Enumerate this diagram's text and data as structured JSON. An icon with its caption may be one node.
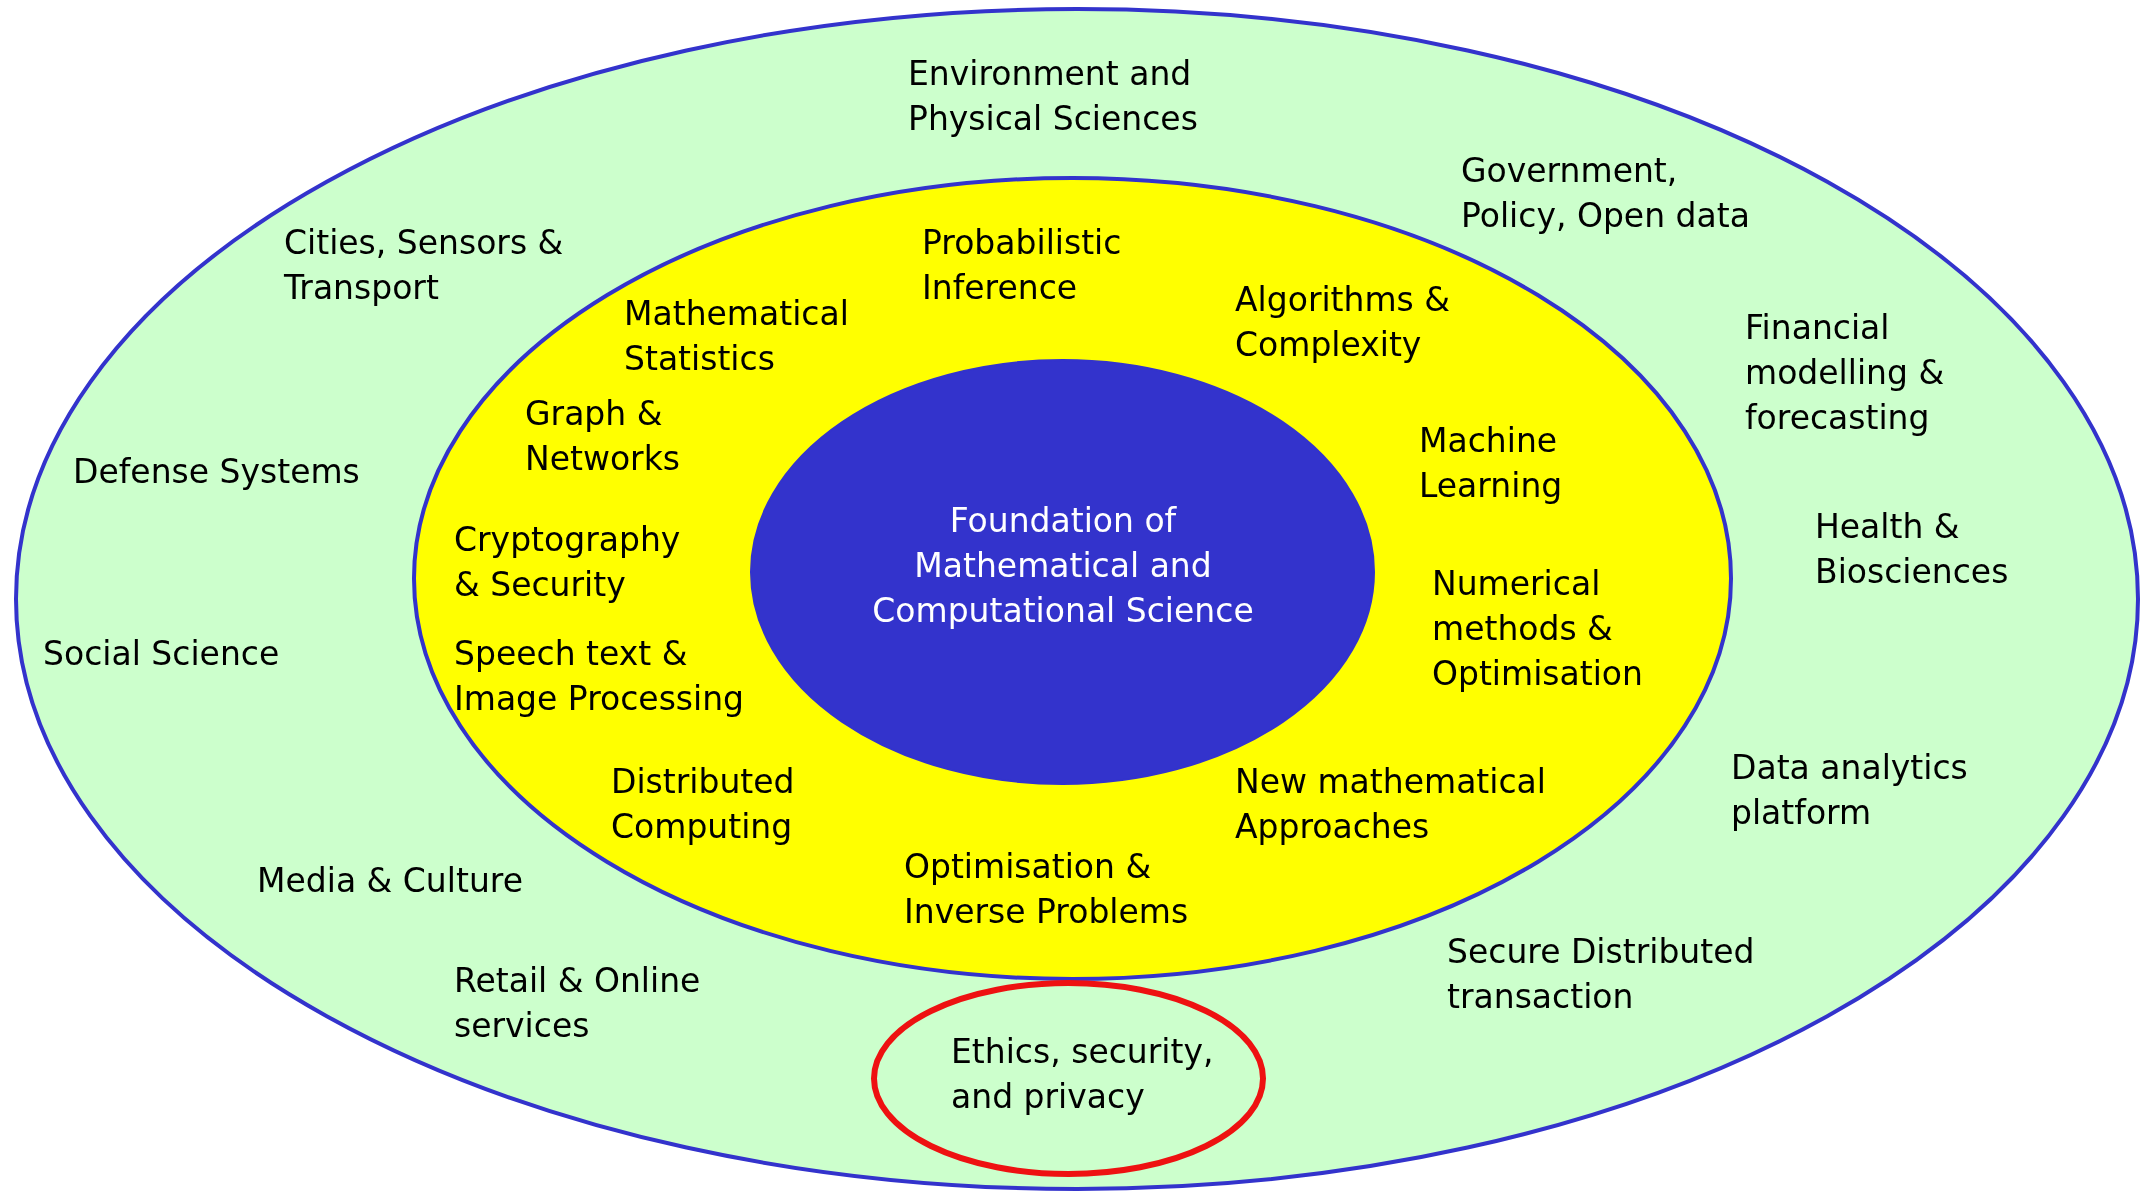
{
  "diagram": {
    "nodes": [
      {
        "text": [
          "Environment and Physical Sciences",
          "Government, Policy, Open data",
          "Cities, Sensors & Transport",
          "Financial modelling & forecasting",
          "Defense Systems",
          "Health & Biosciences",
          "Social Science",
          "Data analytics platform",
          "Media & Culture",
          "Secure Distributed transaction",
          "Retail & Online services"
        ]
      },
      {
        "text": [
          "Mathematical Statistics",
          "Probabilistic Inference",
          "Algorithms & Complexity",
          "Graph & Networks",
          "Machine Learning",
          "Cryptography & Security",
          "Numerical methods & Optimisation",
          "Speech text & Image Processing",
          "Distributed Computing",
          "New mathematical Approaches",
          "Optimisation & Inverse Problems"
        ],
        "in": 0
      },
      {
        "text": [
          "Foundation of Mathematical and Computational Science"
        ],
        "in": 1
      },
      {
        "text": [
          "Ethics, security, and privacy"
        ],
        "in": 0
      }
    ],
    "edges": []
  }
}
